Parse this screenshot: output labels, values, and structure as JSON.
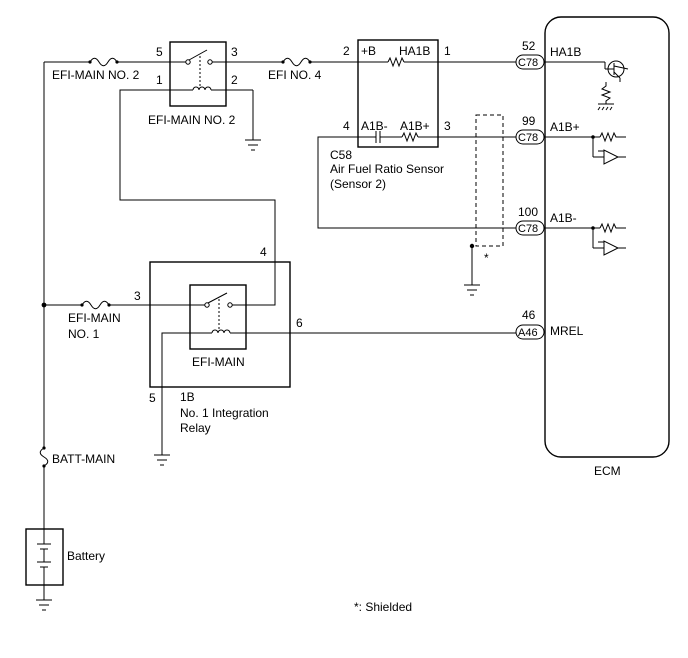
{
  "fuses": {
    "efi_main_no2": "EFI-MAIN NO. 2",
    "efi_no4": "EFI NO. 4",
    "efi_main_no1_line1": "EFI-MAIN",
    "efi_main_no1_line2": "NO. 1",
    "batt_main": "BATT-MAIN"
  },
  "relays": {
    "efi_main_no2": {
      "name": "EFI-MAIN NO. 2",
      "pins": [
        "5",
        "3",
        "1",
        "2"
      ]
    },
    "integration_relay": {
      "relay_name": "EFI-MAIN",
      "connector": "1B",
      "name_line1": "No. 1 Integration",
      "name_line2": "Relay",
      "pins": [
        "3",
        "4",
        "6",
        "5"
      ]
    }
  },
  "sensor": {
    "connector": "C58",
    "name_line1": "Air Fuel Ratio Sensor",
    "name_line2": "(Sensor 2)",
    "terminals": [
      "+B",
      "HA1B",
      "A1B-",
      "A1B+"
    ],
    "pins": [
      "2",
      "1",
      "4",
      "3"
    ]
  },
  "ecm": {
    "label": "ECM",
    "terminals": [
      {
        "pin": "52",
        "connector": "C78",
        "name": "HA1B"
      },
      {
        "pin": "99",
        "connector": "C78",
        "name": "A1B+"
      },
      {
        "pin": "100",
        "connector": "C78",
        "name": "A1B-"
      },
      {
        "pin": "46",
        "connector": "A46",
        "name": "MREL"
      }
    ]
  },
  "battery": {
    "label": "Battery"
  },
  "legend": {
    "shield_marker": "*",
    "shielded_note": "*: Shielded"
  }
}
